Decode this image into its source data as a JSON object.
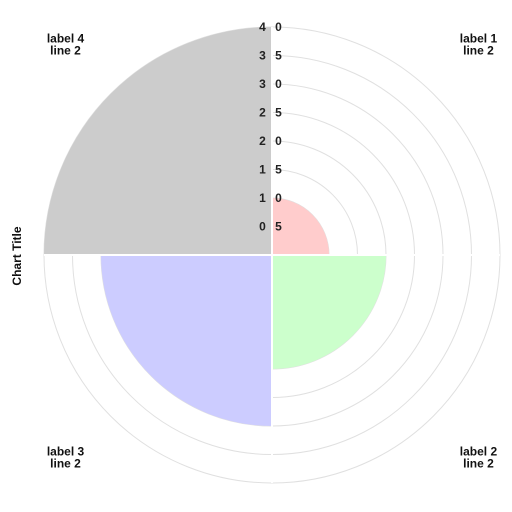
{
  "chart_data": {
    "type": "polar-area",
    "title": "Chart Title",
    "categories": [
      [
        "label 1",
        "line 2"
      ],
      [
        "label 2",
        "line 2"
      ],
      [
        "label 3",
        "line 2"
      ],
      [
        "label 4",
        "line 2"
      ]
    ],
    "values": [
      10,
      20,
      30,
      40
    ],
    "colors": [
      "#ffcccc",
      "#ccffcc",
      "#ccccff",
      "#cccccc"
    ],
    "rlim": [
      0,
      40
    ],
    "ticks": [
      "0 5",
      "1 0",
      "1 5",
      "2 0",
      "2 5",
      "3 0",
      "3 5",
      "4 0"
    ],
    "grid": true,
    "gridColor": "#e0e0e0",
    "separatorColor": "#ffffff"
  }
}
